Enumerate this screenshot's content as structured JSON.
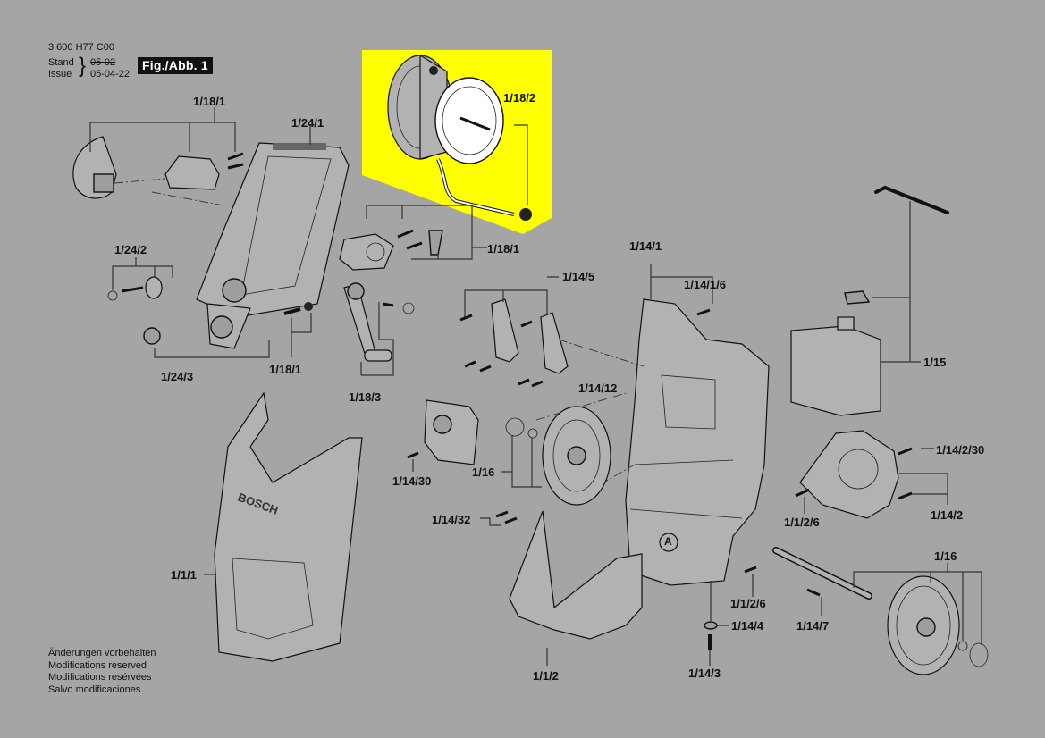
{
  "header": {
    "part_number": "3 600 H77 C00",
    "stand_label": "Stand",
    "issue_label": "Issue",
    "old_date": "05-02",
    "new_date": "05-04-22",
    "figure_badge": "Fig./Abb. 1"
  },
  "notes": [
    "Änderungen vorbehalten",
    "Modifications reserved",
    "Modifications resérvées",
    "Salvo modificaciones"
  ],
  "highlight": {
    "color": "#ffff00",
    "part_ref": "1/18/2"
  },
  "brand_mark": "BOSCH",
  "callout_A": "A",
  "labels": {
    "l_1_18_1_top": "1/18/1",
    "l_1_24_1": "1/24/1",
    "l_1_18_2": "1/18/2",
    "l_1_18_1_mid": "1/18/1",
    "l_1_24_2": "1/24/2",
    "l_1_24_3": "1/24/3",
    "l_1_18_1_low": "1/18/1",
    "l_1_18_3": "1/18/3",
    "l_1_14_5": "1/14/5",
    "l_1_14_1": "1/14/1",
    "l_1_14_1_6": "1/14/1/6",
    "l_1_15": "1/15",
    "l_1_14_12": "1/14/12",
    "l_1_14_30": "1/14/30",
    "l_1_16_left": "1/16",
    "l_1_14_2_30": "1/14/2/30",
    "l_1_1_2_6_a": "1/1/2/6",
    "l_1_14_2": "1/14/2",
    "l_1_14_32": "1/14/32",
    "l_1_1_1": "1/1/1",
    "l_1_16_right": "1/16",
    "l_1_1_2_6_b": "1/1/2/6",
    "l_1_14_4": "1/14/4",
    "l_1_14_7": "1/14/7",
    "l_1_14_3": "1/14/3",
    "l_1_1_2": "1/1/2"
  }
}
